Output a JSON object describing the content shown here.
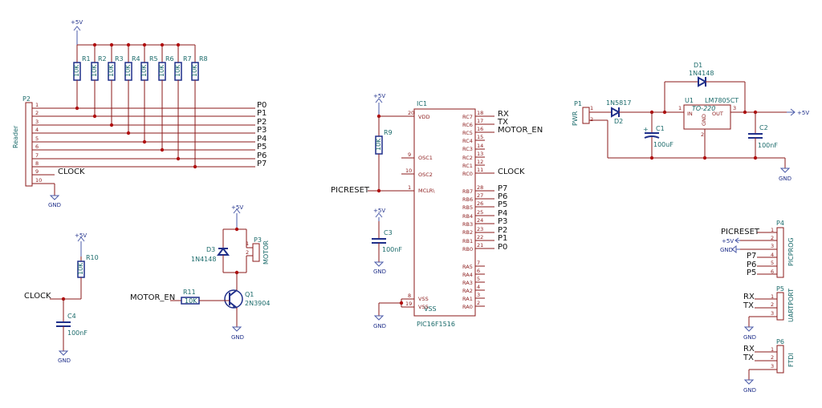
{
  "power": {
    "vcc": "+5V",
    "gnd": "GND"
  },
  "connectors": {
    "p2": {
      "ref": "P2",
      "name": "Reader",
      "pins": [
        "1",
        "2",
        "3",
        "4",
        "5",
        "6",
        "7",
        "8",
        "9",
        "10"
      ],
      "nets": [
        "P0",
        "P1",
        "P2",
        "P3",
        "P4",
        "P5",
        "P6",
        "P7",
        "CLOCK"
      ]
    },
    "p1": {
      "ref": "P1",
      "name": "PWR",
      "pins": [
        "1",
        "2"
      ]
    },
    "p3": {
      "ref": "P3",
      "name": "MOTOR",
      "pins": [
        "1",
        "2"
      ]
    },
    "p4": {
      "ref": "P4",
      "name": "PICPROG",
      "pins": [
        "1",
        "2",
        "3",
        "4",
        "5",
        "6"
      ],
      "nets": [
        "PICRESET",
        "+5V",
        "GND",
        "P7",
        "P6",
        "P5"
      ]
    },
    "p5": {
      "ref": "P5",
      "name": "UARTPORT",
      "pins": [
        "1",
        "2",
        "3"
      ],
      "nets": [
        "RX",
        "TX"
      ]
    },
    "p6": {
      "ref": "P6",
      "name": "FTDI",
      "pins": [
        "1",
        "2",
        "3"
      ],
      "nets": [
        "RX",
        "TX"
      ]
    }
  },
  "resistors": {
    "array": [
      {
        "ref": "R1",
        "value": "10K"
      },
      {
        "ref": "R2",
        "value": "10K"
      },
      {
        "ref": "R3",
        "value": "10K"
      },
      {
        "ref": "R4",
        "value": "10K"
      },
      {
        "ref": "R5",
        "value": "10K"
      },
      {
        "ref": "R6",
        "value": "10K"
      },
      {
        "ref": "R7",
        "value": "10K"
      },
      {
        "ref": "R8",
        "value": "10K"
      }
    ],
    "r9": {
      "ref": "R9",
      "value": "10K"
    },
    "r10": {
      "ref": "R10",
      "value": "10K"
    },
    "r11": {
      "ref": "R11",
      "value": "10K"
    }
  },
  "capacitors": {
    "c1": {
      "ref": "C1",
      "value": "100uF"
    },
    "c2": {
      "ref": "C2",
      "value": "100nF"
    },
    "c3": {
      "ref": "C3",
      "value": "100nF"
    },
    "c4": {
      "ref": "C4",
      "value": "100nF"
    }
  },
  "diodes": {
    "d1": {
      "ref": "D1",
      "value": "1N4148"
    },
    "d2": {
      "ref": "D2",
      "value": "1N5817"
    },
    "d3": {
      "ref": "D3",
      "value": "1N4148"
    }
  },
  "transistor": {
    "ref": "Q1",
    "value": "2N3904"
  },
  "regulator": {
    "ref": "U1",
    "value": "LM7805CT",
    "package": "TO-220",
    "in": "IN",
    "gnd": "GND",
    "out": "OUT",
    "pin_in": "1",
    "pin_gnd": "2",
    "pin_out": "3"
  },
  "mcu": {
    "ref": "IC1",
    "value": "PIC16F1516",
    "overlay": "VSS",
    "left_pins": [
      {
        "num": "20",
        "name": "VDD"
      },
      {
        "num": "9",
        "name": "OSC1"
      },
      {
        "num": "10",
        "name": "OSC2"
      },
      {
        "num": "1",
        "name": "MCLR\\"
      },
      {
        "num": "8",
        "name": "VSS"
      },
      {
        "num": "19",
        "name": "VSS"
      }
    ],
    "right_pins": [
      {
        "num": "18",
        "name": "RC7"
      },
      {
        "num": "17",
        "name": "RC6"
      },
      {
        "num": "16",
        "name": "RC5"
      },
      {
        "num": "15",
        "name": "RC4"
      },
      {
        "num": "14",
        "name": "RC3"
      },
      {
        "num": "13",
        "name": "RC2"
      },
      {
        "num": "12",
        "name": "RC1"
      },
      {
        "num": "11",
        "name": "RC0"
      },
      {
        "num": "28",
        "name": "RB7"
      },
      {
        "num": "27",
        "name": "RB6"
      },
      {
        "num": "26",
        "name": "RB5"
      },
      {
        "num": "25",
        "name": "RB4"
      },
      {
        "num": "24",
        "name": "RB3"
      },
      {
        "num": "23",
        "name": "RB2"
      },
      {
        "num": "22",
        "name": "RB1"
      },
      {
        "num": "21",
        "name": "RB0"
      },
      {
        "num": "7",
        "name": "RA5"
      },
      {
        "num": "6",
        "name": "RA4"
      },
      {
        "num": "5",
        "name": "RA3"
      },
      {
        "num": "4",
        "name": "RA2"
      },
      {
        "num": "3",
        "name": "RA1"
      },
      {
        "num": "2",
        "name": "RA0"
      }
    ]
  },
  "net_labels": {
    "rx": "RX",
    "tx": "TX",
    "motor_en": "MOTOR_EN",
    "clock": "CLOCK",
    "picreset": "PICRESET",
    "p0": "P0",
    "p1": "P1",
    "p2": "P2",
    "p3": "P3",
    "p4": "P4",
    "p5": "P5",
    "p6": "P6",
    "p7": "P7"
  }
}
